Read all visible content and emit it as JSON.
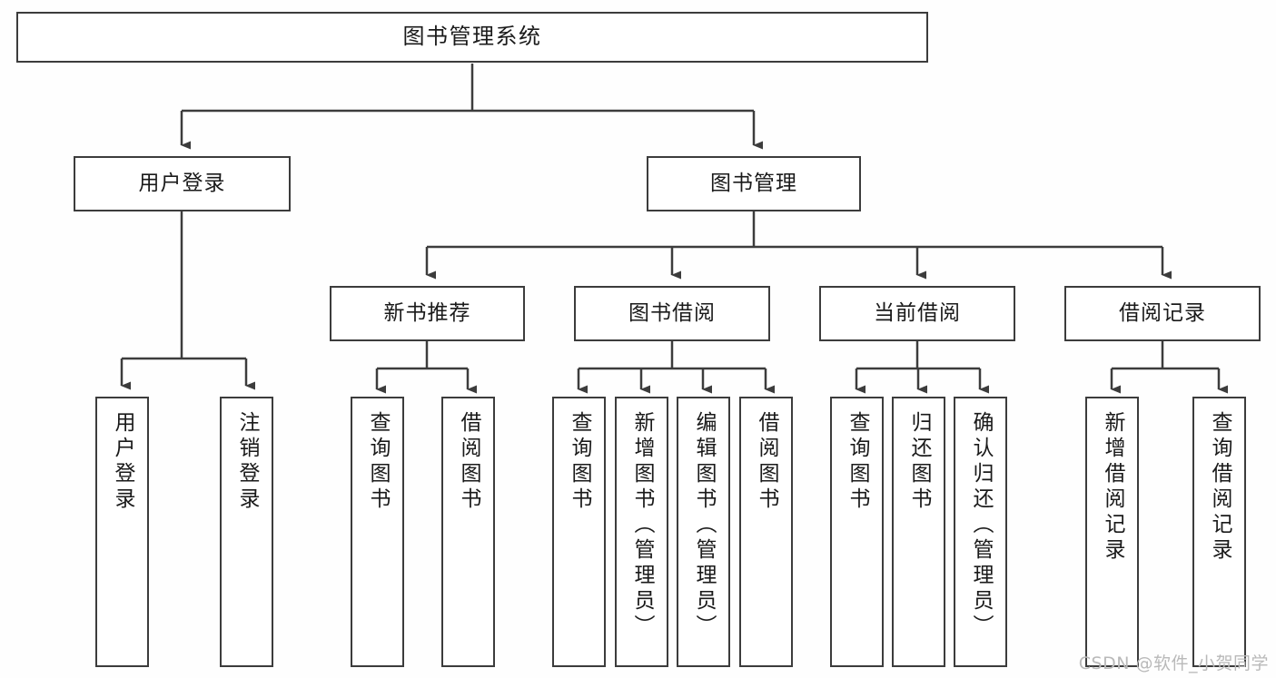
{
  "diagram": {
    "type": "tree",
    "title": "图书管理系统",
    "orientation": "top-down",
    "colors": {
      "border": "#3c3c3c",
      "box_fill": "#ffffff",
      "text": "#1a1a1a",
      "canvas": "#fefefe",
      "watermark": "#b9b9b9"
    },
    "root": {
      "id": "root",
      "label": "图书管理系统"
    },
    "level2": [
      {
        "id": "user-login",
        "label": "用户登录"
      },
      {
        "id": "book-manage",
        "label": "图书管理"
      }
    ],
    "level3": [
      {
        "id": "new-book-recommend",
        "label": "新书推荐",
        "parent": "book-manage"
      },
      {
        "id": "book-borrow",
        "label": "图书借阅",
        "parent": "book-manage"
      },
      {
        "id": "current-borrow",
        "label": "当前借阅",
        "parent": "book-manage"
      },
      {
        "id": "borrow-record",
        "label": "借阅记录",
        "parent": "book-manage"
      }
    ],
    "leaves": {
      "user-login": [
        {
          "id": "leaf-user-login",
          "label": "用户登录"
        },
        {
          "id": "leaf-user-logout",
          "label": "注销登录"
        }
      ],
      "new-book-recommend": [
        {
          "id": "leaf-query-book-1",
          "label": "查询图书"
        },
        {
          "id": "leaf-borrow-book-1",
          "label": "借阅图书"
        }
      ],
      "book-borrow": [
        {
          "id": "leaf-query-book-2",
          "label": "查询图书"
        },
        {
          "id": "leaf-add-book",
          "label": "新增图书（管理员）"
        },
        {
          "id": "leaf-edit-book",
          "label": "编辑图书（管理员）"
        },
        {
          "id": "leaf-borrow-book-2",
          "label": "借阅图书"
        }
      ],
      "current-borrow": [
        {
          "id": "leaf-query-book-3",
          "label": "查询图书"
        },
        {
          "id": "leaf-return-book",
          "label": "归还图书"
        },
        {
          "id": "leaf-confirm-return",
          "label": "确认归还（管理员）"
        }
      ],
      "borrow-record": [
        {
          "id": "leaf-add-record",
          "label": "新增借阅记录"
        },
        {
          "id": "leaf-query-record",
          "label": "查询借阅记录"
        }
      ]
    }
  },
  "watermark": {
    "text": "CSDN @软件_小贺同学"
  }
}
